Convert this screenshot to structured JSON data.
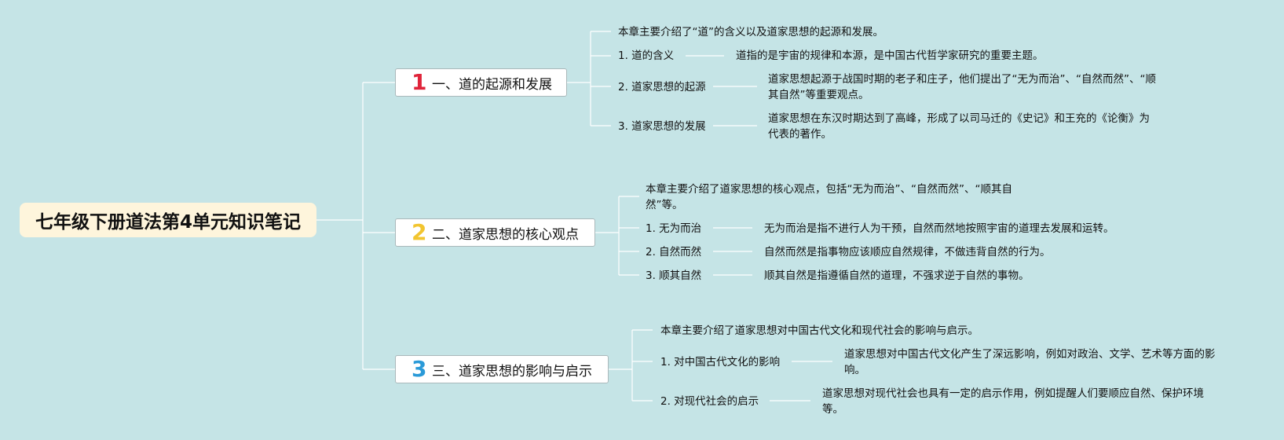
{
  "root": {
    "title": "七年级下册道法第4单元知识笔记"
  },
  "branches": [
    {
      "number": "1",
      "number_color": "#e0243a",
      "title": "一、道的起源和发展",
      "intro": "本章主要介绍了“道”的含义以及道家思想的起源和发展。",
      "items": [
        {
          "label": "1. 道的含义",
          "detail": "道指的是宇宙的规律和本源，是中国古代哲学家研究的重要主题。"
        },
        {
          "label": "2. 道家思想的起源",
          "detail": "道家思想起源于战国时期的老子和庄子，他们提出了“无为而治”、“自然而然”、“顺其自然”等重要观点。"
        },
        {
          "label": "3. 道家思想的发展",
          "detail": "道家思想在东汉时期达到了高峰，形成了以司马迁的《史记》和王充的《论衡》为代表的著作。"
        }
      ]
    },
    {
      "number": "2",
      "number_color": "#f2c530",
      "title": "二、道家思想的核心观点",
      "intro": "本章主要介绍了道家思想的核心观点，包括“无为而治”、“自然而然”、“顺其自然”等。",
      "items": [
        {
          "label": "1. 无为而治",
          "detail": "无为而治是指不进行人为干预，自然而然地按照宇宙的道理去发展和运转。"
        },
        {
          "label": "2. 自然而然",
          "detail": "自然而然是指事物应该顺应自然规律，不做违背自然的行为。"
        },
        {
          "label": "3. 顺其自然",
          "detail": "顺其自然是指遵循自然的道理，不强求逆于自然的事物。"
        }
      ]
    },
    {
      "number": "3",
      "number_color": "#2a9ad8",
      "title": "三、道家思想的影响与启示",
      "intro": "本章主要介绍了道家思想对中国古代文化和现代社会的影响与启示。",
      "items": [
        {
          "label": "1. 对中国古代文化的影响",
          "detail": "道家思想对中国古代文化产生了深远影响，例如对政治、文学、艺术等方面的影响。"
        },
        {
          "label": "2. 对现代社会的启示",
          "detail": "道家思想对现代社会也具有一定的启示作用，例如提醒人们要顺应自然、保护环境等。"
        }
      ]
    }
  ]
}
